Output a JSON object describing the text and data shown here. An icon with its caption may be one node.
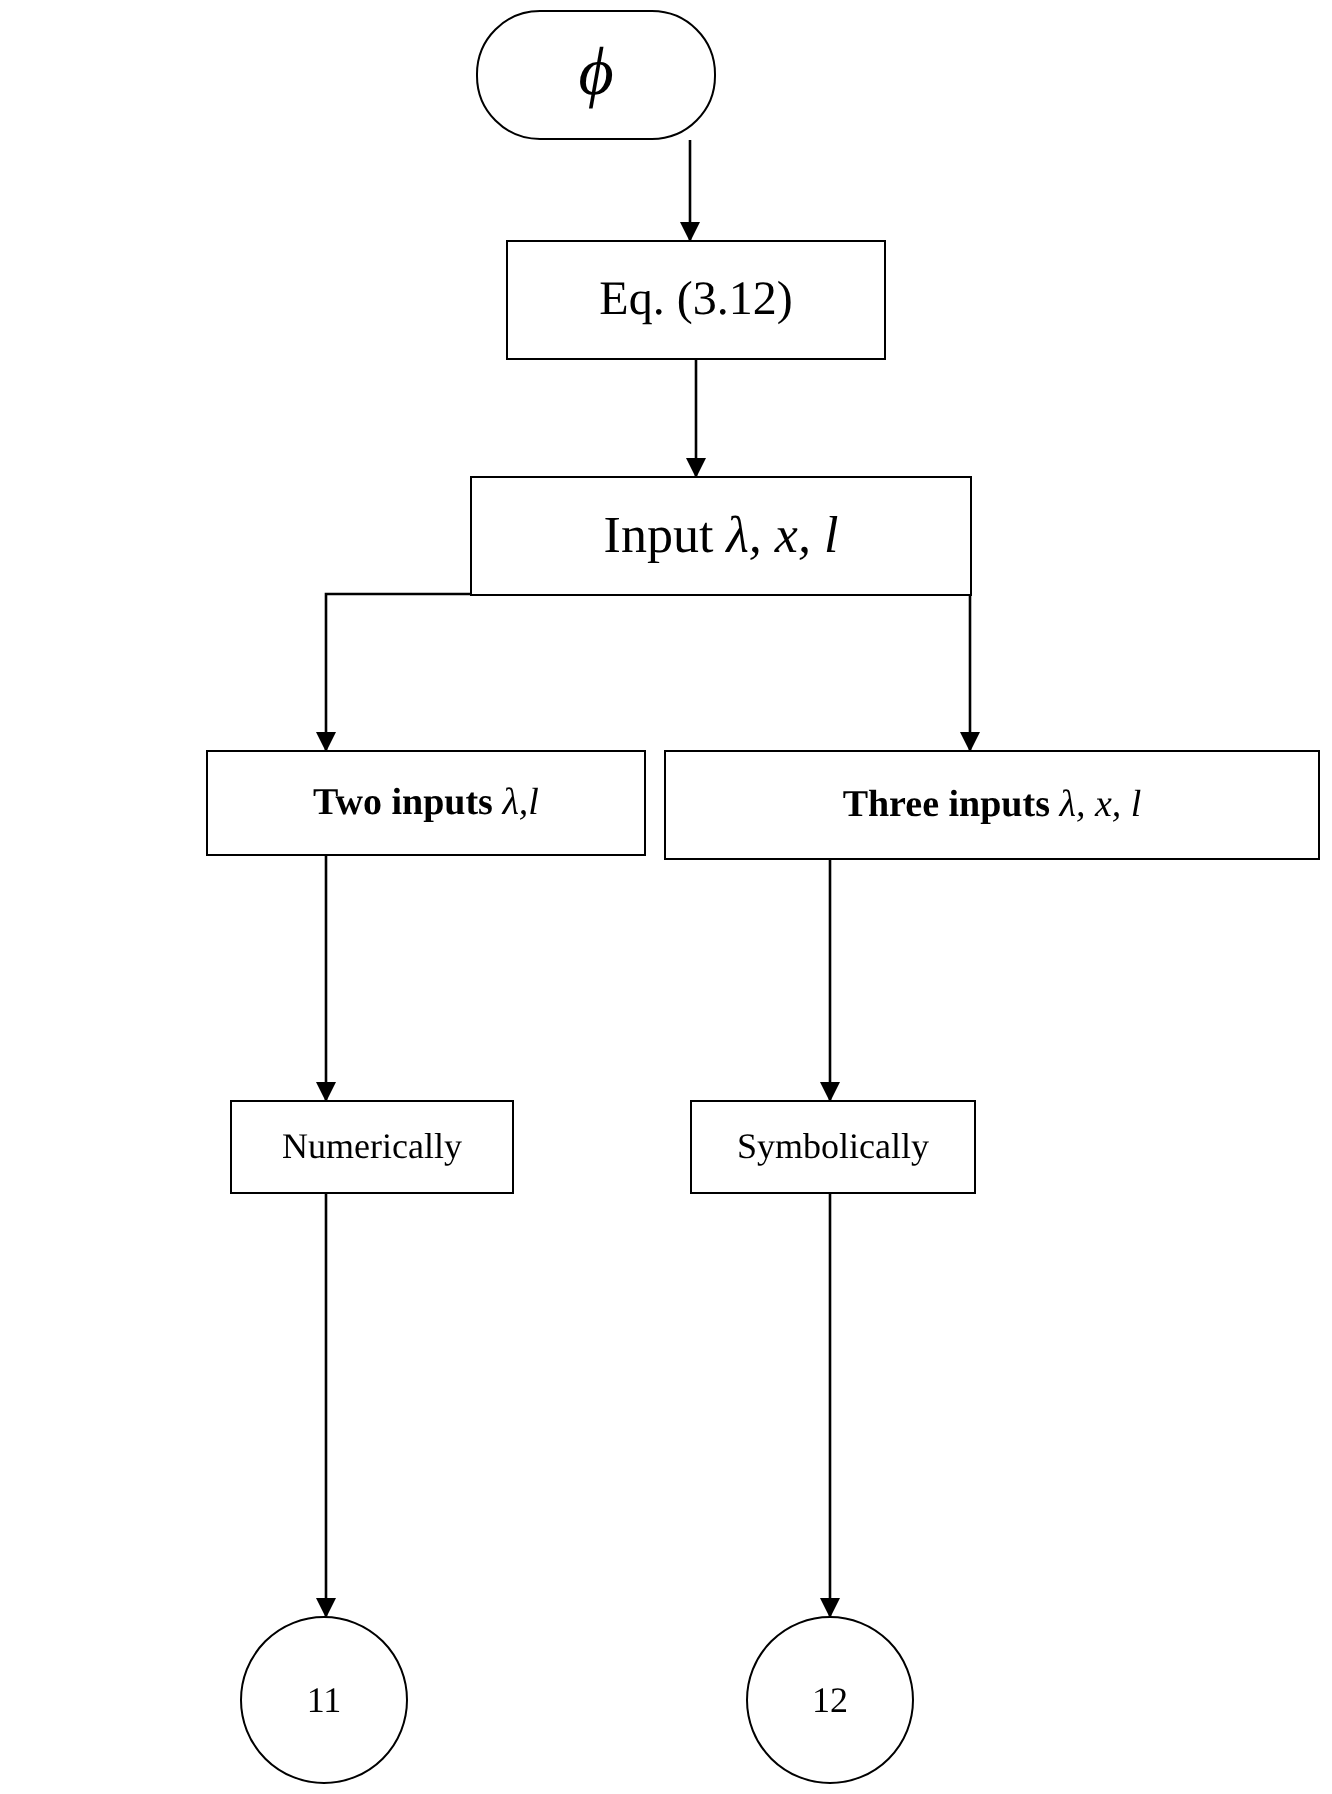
{
  "diagram": {
    "nodes": [
      {
        "text": [
          "*ϕ*"
        ]
      },
      {
        "text": [
          "Eq. (3.12)"
        ]
      },
      {
        "text": [
          "Input *λ, x, l*"
        ]
      },
      {
        "text": [
          "**Two inputs** *λ,l*"
        ]
      },
      {
        "text": [
          "**Three inputs** *λ, x, l*"
        ]
      },
      {
        "text": [
          "Numerically"
        ]
      },
      {
        "text": [
          "Symbolically"
        ]
      },
      {
        "text": [
          "11"
        ]
      },
      {
        "text": [
          "12"
        ]
      }
    ],
    "edges": [
      {
        "from": 0,
        "to": 1,
        "arrow": "to"
      },
      {
        "from": 1,
        "to": 2,
        "arrow": "to"
      },
      {
        "from": 2,
        "to": 3,
        "arrow": "to"
      },
      {
        "from": 2,
        "to": 4,
        "arrow": "to"
      },
      {
        "from": 3,
        "to": 5,
        "arrow": "to"
      },
      {
        "from": 4,
        "to": 6,
        "arrow": "to"
      },
      {
        "from": 5,
        "to": 7,
        "arrow": "to"
      },
      {
        "from": 6,
        "to": 8,
        "arrow": "to"
      }
    ]
  }
}
